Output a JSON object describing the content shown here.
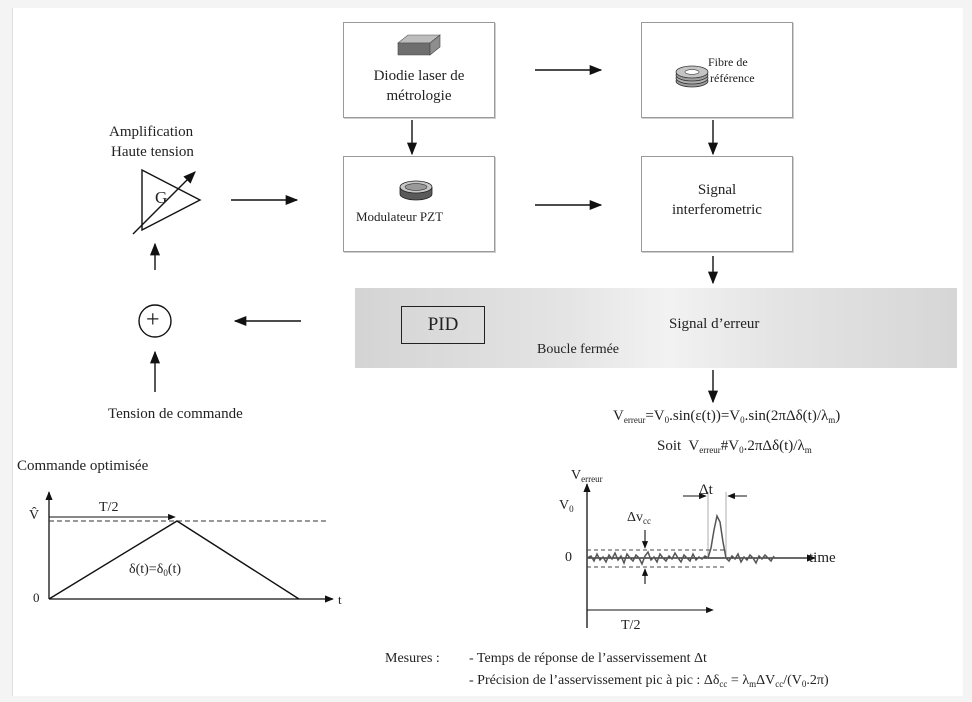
{
  "boxes": {
    "laser": {
      "line1": "Diodie laser de",
      "line2": "métrologie"
    },
    "fibre": {
      "line1": "Fibre de",
      "line2": "référence"
    },
    "pzt": {
      "label": "Modulateur PZT"
    },
    "signal": {
      "line1": "Signal",
      "line2": "interferometric"
    }
  },
  "amplifier": {
    "title1": "Amplification",
    "title2": "Haute tension",
    "gain": "G"
  },
  "summing": {
    "symbol": "+"
  },
  "tension_label": "Tension de commande",
  "loop": {
    "pid": "PID",
    "closed_loop": "Boucle fermée",
    "error_signal": "Signal d’erreur"
  },
  "equations": {
    "eq1": {
      "v": "V",
      "sub1": "erreur",
      "mid": "=V",
      "sub2": "0",
      "mid2": ".sin(ε(t))=V",
      "sub3": "0",
      "mid3": ".sin(2πΔδ(t)/λ",
      "sub4": "m",
      "end": ")"
    },
    "eq2": {
      "soit": "Soit",
      "v": "V",
      "sub1": "erreur",
      "mid": "#V",
      "sub2": "0",
      "mid2": ".2πΔδ(t)/λ",
      "sub3": "m"
    }
  },
  "ramp_plot": {
    "title": "Commande optimisée",
    "y_top_label": "V̂",
    "y_zero": "0",
    "x_label": "t",
    "half_period": "T/2",
    "curve_label_pre": "δ(t)=δ",
    "curve_label_sub": "0",
    "curve_label_post": "(t)"
  },
  "error_plot": {
    "y_label": "V",
    "y_label_sub": "erreur",
    "v0": "V",
    "v0_sub": "0",
    "zero": "0",
    "x_label": "time",
    "dt": "Δt",
    "dvcc": "Δv",
    "dvcc_sub": "cc",
    "half_period": "T/2"
  },
  "measures": {
    "title": "Mesures :",
    "line1": "- Temps de réponse de l’asservissement Δt",
    "line2_pre": "- Précision de l’asservissement pic à pic : Δδ",
    "line2_sub1": "cc",
    "line2_mid": " = λ",
    "line2_sub2": "m",
    "line2_mid2": "ΔV",
    "line2_sub3": "cc",
    "line2_mid3": "/(V",
    "line2_sub4": "0",
    "line2_end": ".2π)"
  }
}
